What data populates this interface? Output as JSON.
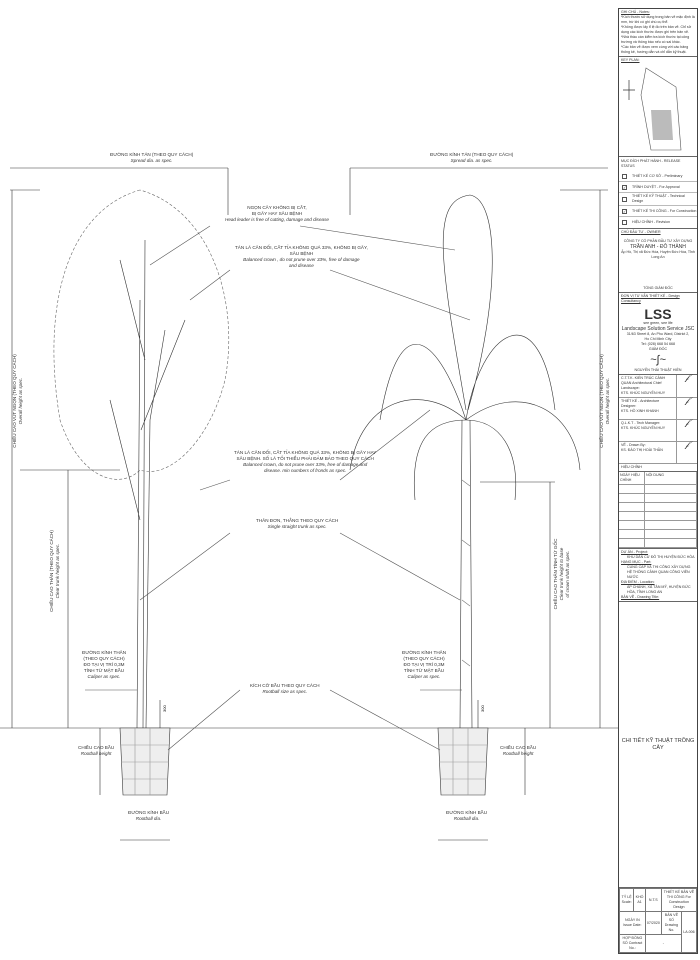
{
  "drawing": {
    "left_spread": {
      "vi": "ĐƯỜNG KÍNH TÁN (THEO QUY CÁCH)",
      "en": "Spread dia. as spec."
    },
    "right_spread": {
      "vi": "ĐƯỜNG KÍNH TÁN (THEO QUY CÁCH)",
      "en": "Spread dia. as spec."
    },
    "head_leader": {
      "vi1": "NGỌN CÂY KHÔNG BỊ CẮT,",
      "vi2": "BỊ GÃY HAY SÂU BỆNH",
      "en": "Head leader is free of cutting, damage and disease"
    },
    "balanced_crown": {
      "vi1": "TÁN LÁ CÂN ĐỐI, CẮT TỈA KHÔNG QUÁ 33%, KHÔNG BỊ GÃY,",
      "vi2": "SÂU BỆNH",
      "en1": "Balanced crown , do not prune over 33%, free of damage",
      "en2": "and disease"
    },
    "palm_crown": {
      "vi1": "TÁN LÁ CÂN ĐỐI, CẮT TỈA KHÔNG QUÁ 33%, KHÔNG BỊ GÃY HAY",
      "vi2": "SÂU BỆNH. SỐ LÁ TỐI THIỂU PHẢI ĐẢM BẢO THEO QUY CÁCH",
      "en1": "Balanced crown, do not prune over 33%, free of damage and",
      "en2": "disease. min numbers of fronds as spec."
    },
    "single_trunk": {
      "vi": "THÂN ĐƠN, THẲNG THEO QUY CÁCH",
      "en": "Single straight trunk as spec."
    },
    "left_caliper": {
      "l1": "ĐƯỜNG KÍNH THÂN",
      "l2": "(THEO QUY CÁCH)",
      "l3": "ĐO TẠI VỊ TRÍ 0,3M",
      "l4": "TÍNH TỪ MẶT BẦU",
      "en": "Caliper as spec."
    },
    "right_caliper": {
      "l1": "ĐƯỜNG KÍNH THÂN",
      "l2": "(THEO QUY CÁCH)",
      "l3": "ĐO TẠI VỊ TRÍ 0,3M",
      "l4": "TÍNH TỪ MẶT BẦU",
      "en": "Caliper as spec."
    },
    "rootball_size": {
      "vi": "KÍCH CỠ BẦU THEO QUY CÁCH",
      "en": "Rootball size as spec."
    },
    "rootball_height": {
      "vi": "CHIỀU CAO BẦU",
      "en": "Rootball height"
    },
    "rootball_dia": {
      "vi": "ĐƯỜNG KÍNH BẦU",
      "en": "Rootball dia."
    },
    "dim_300": "300",
    "overall_height": {
      "vi": "CHIỀU CAO VÚT NGỌN (THEO QUY CÁCH)",
      "en": "Overall height as spec."
    },
    "clear_trunk": {
      "vi": "CHIỀU CAO THÂN (THEO QUY CÁCH)",
      "en": "Clear trunk height as spec."
    },
    "palm_trunk": {
      "vi": "CHIỀU CAO THÂN TÍNH TỪ GỐC",
      "en1": "Clear trunk height to base",
      "en2": "of crown shaft as spec."
    }
  },
  "title_block": {
    "notes_title": "GHI CHÚ - Notes:",
    "notes": [
      "*Kích thước sử dụng trong bản vẽ mặc định là mm, trừ khi có ghi chú cụ thể.",
      "*Không được lấy tỉ lệ đo trên bản vẽ. Chỉ sử dụng các kích thước được ghi trên bản vẽ.",
      "*Nhà thầu cần kiểm tra kích thước tại công trường và thông báo nếu có sai khác.",
      "*Các bản vẽ được xem cùng với các bảng thống kê, hướng dẫn và chỉ dẫn kỹ thuật."
    ],
    "keyplan_title": "KEY PLAN:",
    "release_title": "MỤC ĐÍCH PHÁT HÀNH - RELEASE STATUS",
    "release": [
      {
        "label": "THIẾT KẾ CƠ SỞ - Preliminary",
        "checked": false
      },
      {
        "label": "TRÌNH DUYỆT - For Approval",
        "checked": true
      },
      {
        "label": "THIẾT KẾ KỸ THUẬT - Technical Design",
        "checked": false
      },
      {
        "label": "THIẾT KẾ THI CÔNG - For Construction",
        "checked": true
      },
      {
        "label": "HIỆU CHỈNH - Revision",
        "checked": false
      }
    ],
    "owner_title": "CHỦ ĐẦU TƯ - OWNER",
    "owner_l1": "CÔNG TY CỔ PHẦN ĐẦU TƯ XÂY DỰNG",
    "owner_l2": "TRẦN ANH - ĐÔ THÀNH",
    "owner_addr": "Ấp Hồ, Thị xã Đức Hòa, Huyện Đức Hòa, Tỉnh Long An",
    "director": "TỔNG GIÁM ĐỐC",
    "consultant_title": "ĐƠN VỊ TƯ VẤN THIẾT KẾ - Design Consultancy",
    "logo": "LSS",
    "logo_sub": "see green, see life",
    "company": "Landscape Solution Service JSC",
    "address1": "31/63 Street 8, An Phu Ward, District 2,",
    "address2": "Ho Chi Minh City",
    "tel": "Tel: (028) 668 54 668",
    "gd": "GIÁM ĐỐC",
    "gd_name": "NGUYỄN THÁI THUẬT HIỀN",
    "staff": [
      {
        "role": "C.T.T.K. KIẾN TRÚC CẢNH QUAN Architectural Chief Landscape:",
        "name": "KTS. KHÚC NGUYỄN HUY"
      },
      {
        "role": "THIẾT KẾ - Architecture Designer:",
        "name": "KTS. HỒ XINH KHANH"
      },
      {
        "role": "Q.L.K.T - Tech Manager:",
        "name": "KTS. KHÚC NGUYỄN HUY"
      },
      {
        "role": "VẼ - Drawn By:",
        "name": "KS. ĐÀO THỊ HOÀI THẦN"
      }
    ],
    "revision_title": "HIỆU CHỈNH",
    "rev_date": "NGÀY HIỆU CHỈNH",
    "rev_content": "NỘI DUNG",
    "project_label": "DỰ ÁN - Project:",
    "project": "KHU DÂN CƯ ĐÔ THỊ HUYỆN ĐỨC HÒA",
    "part_label": "HẠNG MỤC - Part:",
    "part": "CUNG CẤP VÀ THI CÔNG XÂY DỰNG HỆ THỐNG CẢNH QUAN CÔNG VIÊN NƯỚC",
    "location_label": "ĐỊA ĐIỂM - Location:",
    "location": "ẤP CHÁNH, XÃ TÂN MỸ, HUYỆN ĐỨC HÒA, TỈNH LONG AN",
    "drawing_title_label": "BẢN VẼ - Drawing Title:",
    "drawing_title": "CHI TIẾT KỸ THUẬT TRỒNG CÂY",
    "scale_label": "TỶ LỆ Scale:",
    "size_label": "KHỔ",
    "size": "A1",
    "scale": "N.T.S",
    "stage": "THIẾT KẾ BẢN VẼ THI CÔNG For Construction Design",
    "date_label": "NGÀY IN Issue Date:",
    "date": "07/2020",
    "dwg_no_label": "BẢN VẼ SỐ Drawing No.",
    "dwg_no": "LA.006",
    "contract_label": "HỢP ĐỒNG SỐ Contract No.:",
    "contract": "-"
  }
}
